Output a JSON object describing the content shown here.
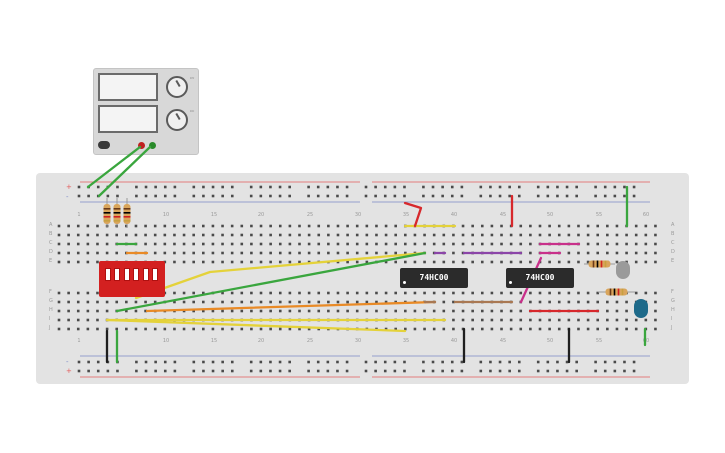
{
  "psu": {
    "label": "",
    "knob_labels": [
      "CV",
      "CC"
    ]
  },
  "breadboard": {
    "column_numbers": [
      "1",
      "10",
      "15",
      "20",
      "25",
      "30",
      "35",
      "40",
      "45",
      "50",
      "55",
      "60"
    ],
    "row_labels": [
      "A",
      "B",
      "C",
      "D",
      "E",
      "F",
      "G",
      "H",
      "I",
      "J"
    ],
    "rail_signs": [
      "+",
      "-",
      "-",
      "+"
    ]
  },
  "chips": [
    {
      "label": "74HC00"
    },
    {
      "label": "74HC00"
    }
  ],
  "dip_switch": {
    "positions": 6
  },
  "colors": {
    "rail_red": "#e35a5a",
    "rail_blue": "#7b88c7",
    "wire_yellow": "#e4d23a",
    "wire_green": "#3aa63e",
    "wire_orange": "#e98a26",
    "wire_purple": "#8b45a8",
    "wire_brown": "#a97852",
    "wire_red": "#d7282c",
    "wire_magenta": "#c8308a",
    "wire_black": "#1f1f1f",
    "led_gray": "#9a9a9a",
    "led_blue": "#1e6a8a"
  }
}
